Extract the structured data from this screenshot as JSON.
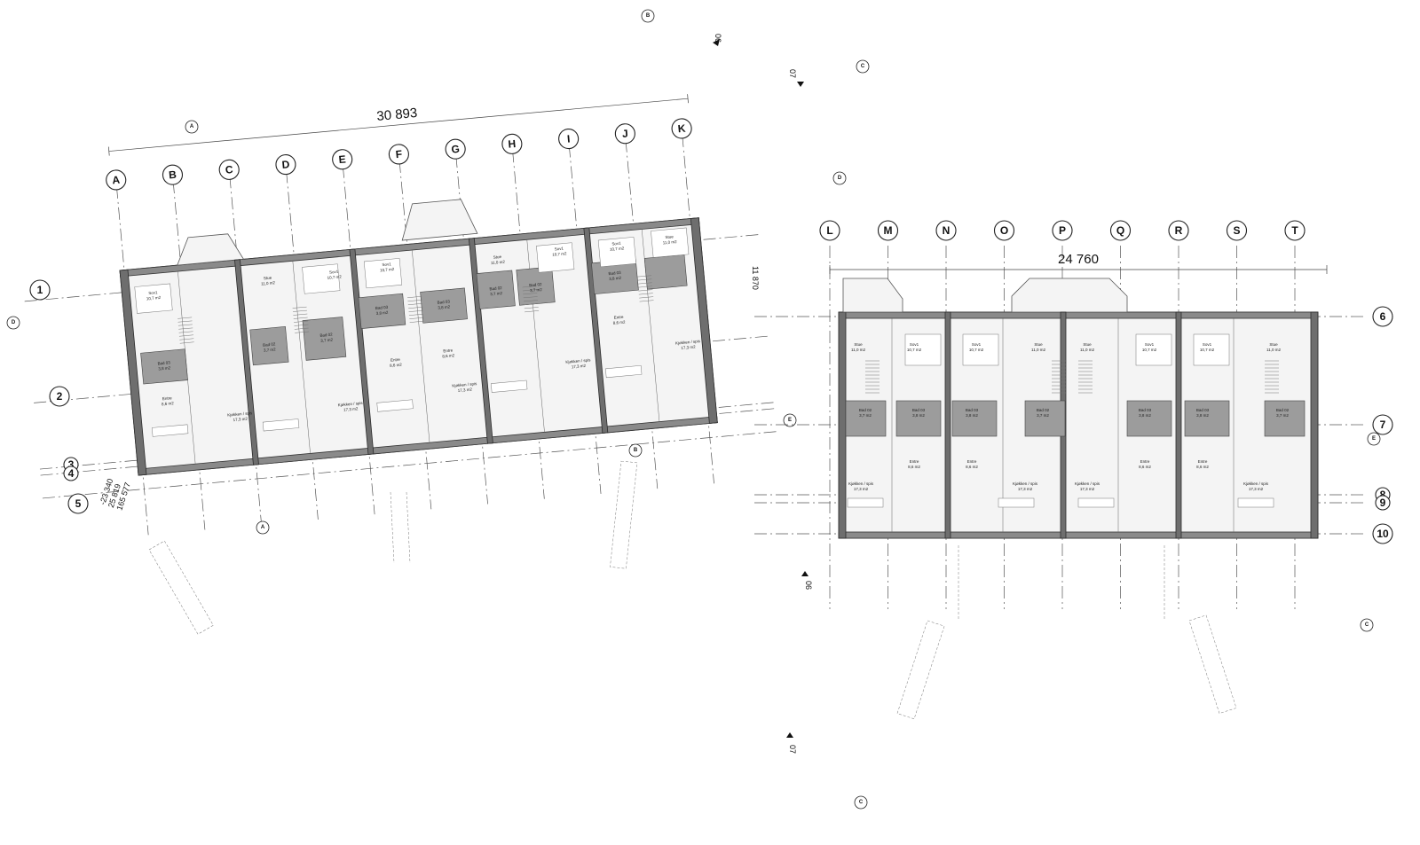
{
  "left_plan": {
    "overall_dimension": "30 893",
    "depth_dimension": "11 870",
    "column_labels": [
      "A",
      "B",
      "C",
      "D",
      "E",
      "F",
      "G",
      "H",
      "I",
      "J",
      "K"
    ],
    "row_labels": [
      "1",
      "2",
      "3",
      "4",
      "5"
    ],
    "level_labels": [
      "-23 340",
      "25 819",
      "165 577"
    ],
    "section_marks": [
      "06",
      "07"
    ],
    "elevation_marks": [
      "A",
      "B",
      "C",
      "D"
    ]
  },
  "right_plan": {
    "overall_dimension": "24 760",
    "column_labels": [
      "L",
      "M",
      "N",
      "O",
      "P",
      "Q",
      "R",
      "S",
      "T"
    ],
    "row_labels": [
      "6",
      "7",
      "8",
      "9",
      "10"
    ],
    "section_marks": [
      "06",
      "07"
    ],
    "elevation_marks": [
      "C",
      "E"
    ]
  },
  "room_labels": {
    "sov": "Sov1",
    "sov_area": "10,7 m2",
    "stue": "Stue",
    "stue_area": "11,0 m2",
    "bad": "Bad 02",
    "bad_area": "3,7 m2",
    "bad03": "Bad 03",
    "bad03_area": "3,8 m2",
    "entre": "Entre",
    "entre_area": "8,6 m2",
    "kjokken": "Kjøkken / spis",
    "kjokken_area": "17,3 m2"
  }
}
